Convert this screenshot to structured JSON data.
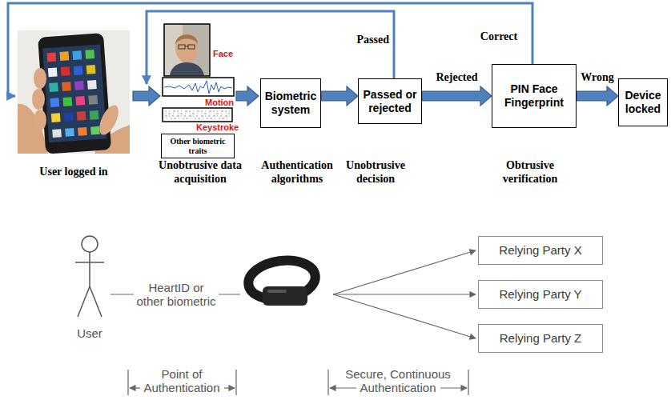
{
  "diagram": {
    "nodes": [
      {
        "text": [
          "Other biometric traits"
        ]
      },
      {
        "text": [
          "Biometric system"
        ]
      },
      {
        "text": [
          "Passed or rejected"
        ]
      },
      {
        "text": [
          "PIN Face Fingerprint"
        ]
      },
      {
        "text": [
          "Device locked"
        ]
      },
      {
        "text": [
          "Relying Party X"
        ]
      },
      {
        "text": [
          "Relying Party Y"
        ]
      },
      {
        "text": [
          "Relying Party Z"
        ]
      }
    ],
    "edges": [
      {
        "from": 1,
        "to": 2,
        "arrow": "to"
      },
      {
        "from": 2,
        "to": 3,
        "label": "Rejected",
        "arrow": "to"
      },
      {
        "from": 3,
        "to": 4,
        "label": "Wrong",
        "arrow": "to"
      }
    ],
    "labels": [
      "User logged in",
      "Face",
      "Motion",
      "Keystroke",
      "Unobtrusive data acquisition",
      "Authentication algorithms",
      "Unobtrusive decision",
      "Obtrusive verification",
      "Passed",
      "Correct",
      "User",
      "HeartID or other biometric",
      "Point of Authentication",
      "Secure, Continuous Authentication"
    ]
  }
}
